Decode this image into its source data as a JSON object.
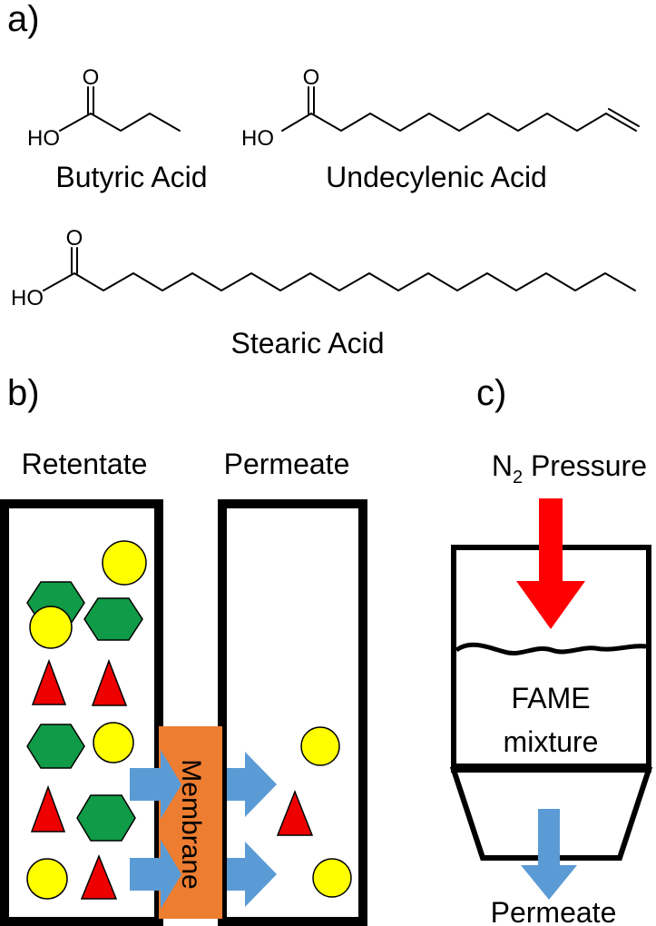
{
  "panels": {
    "a": {
      "label": "a)",
      "molecules": [
        {
          "name": "Butyric Acid",
          "oh": "HO",
          "o": "O"
        },
        {
          "name": "Undecylenic Acid",
          "oh": "HO",
          "o": "O"
        },
        {
          "name": "Stearic Acid",
          "oh": "HO",
          "o": "O"
        }
      ]
    },
    "b": {
      "label": "b)",
      "retentate_label": "Retentate",
      "permeate_label": "Permeate",
      "membrane_label": "Membrane"
    },
    "c": {
      "label": "c)",
      "pressure_label": "N",
      "pressure_subscript": "2",
      "pressure_suffix": " Pressure",
      "mixture_line1": "FAME",
      "mixture_line2": "mixture",
      "permeate_label": "Permeate"
    }
  },
  "colors": {
    "hexagon": "#0f9b47",
    "circle": "#ffff00",
    "triangle": "#ee0000",
    "membrane": "#ed7d31",
    "flow_arrow": "#5b9bd5",
    "pressure_arrow": "#ff0000"
  },
  "icons": [
    "hexagon-molecule",
    "circle-molecule",
    "triangle-molecule",
    "flow-arrow",
    "pressure-arrow"
  ]
}
